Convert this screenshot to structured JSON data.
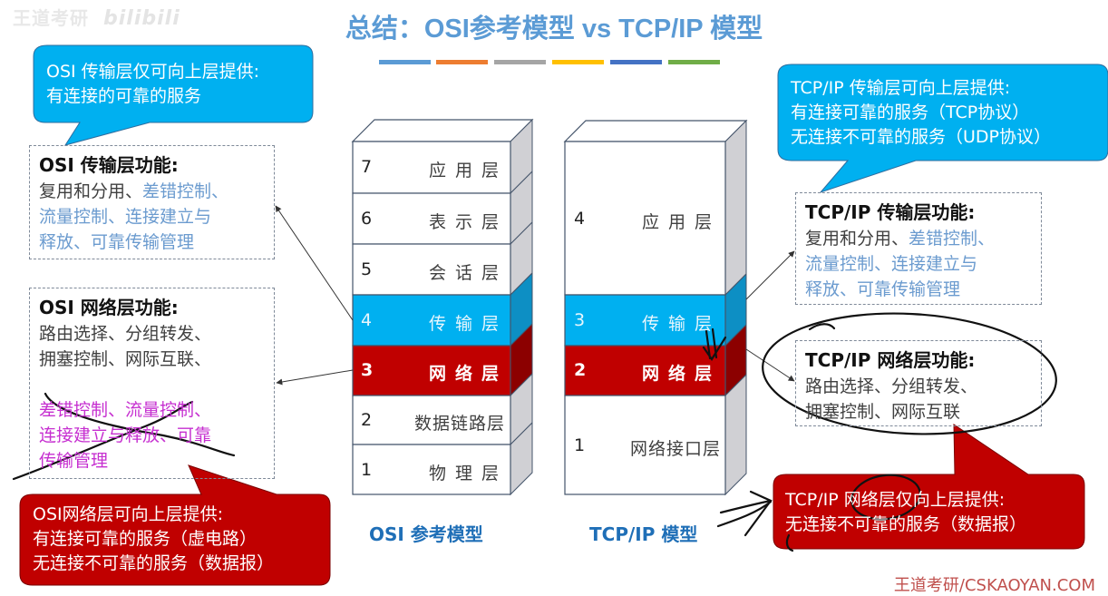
{
  "watermark": {
    "text": "王道考研",
    "brand": "bilibili"
  },
  "title": "总结：OSI参考模型 vs TCP/IP 模型",
  "color_bars": [
    "#5b9bd5",
    "#ed7d31",
    "#a5a5a5",
    "#ffc000",
    "#4472c4",
    "#70ad47"
  ],
  "colors": {
    "transport_layer": "#00b0f0",
    "network_layer": "#c00000",
    "title": "#5b9bd5",
    "callout_blue": "#00b0f0",
    "callout_red": "#c00000"
  },
  "osi": {
    "label": "OSI 参考模型",
    "layers": [
      {
        "num": "7",
        "name": "应用层"
      },
      {
        "num": "6",
        "name": "表示层"
      },
      {
        "num": "5",
        "name": "会话层"
      },
      {
        "num": "4",
        "name": "传输层"
      },
      {
        "num": "3",
        "name": "网络层"
      },
      {
        "num": "2",
        "name": "数据链路层"
      },
      {
        "num": "1",
        "name": "物理层"
      }
    ]
  },
  "tcpip": {
    "label": "TCP/IP 模型",
    "layers": [
      {
        "num": "4",
        "name": "应用层"
      },
      {
        "num": "3",
        "name": "传输层"
      },
      {
        "num": "2",
        "name": "网络层"
      },
      {
        "num": "1",
        "name": "网络接口层"
      }
    ]
  },
  "osi_transport_functions": {
    "heading": "OSI 传输层功能:",
    "plain": "复用和分用、",
    "highlight_1": "差错控制、",
    "highlight_2": "流量控制、连接建立与",
    "highlight_3": "释放、可靠传输管理"
  },
  "osi_network_functions": {
    "heading": "OSI 网络层功能:",
    "line_1": "路由选择、分组转发、",
    "line_2": "拥塞控制、网际互联、",
    "struck_1": "差错控制、流量控制、",
    "struck_2": "连接建立与释放、可靠",
    "struck_3": "传输管理"
  },
  "tcpip_transport_functions": {
    "heading": "TCP/IP 传输层功能:",
    "plain": "复用和分用、",
    "highlight_1": "差错控制、",
    "highlight_2": "流量控制、连接建立与",
    "highlight_3": "释放、可靠传输管理"
  },
  "tcpip_network_functions": {
    "heading": "TCP/IP 网络层功能:",
    "line_1": "路由选择、分组转发、",
    "line_2": "拥塞控制、网际互联"
  },
  "callouts": {
    "osi_transport": [
      "OSI 传输层仅可向上层提供:",
      "有连接的可靠的服务"
    ],
    "tcpip_transport": [
      "TCP/IP 传输层可向上层提供:",
      "有连接可靠的服务（TCP协议）",
      "无连接不可靠的服务（UDP协议）"
    ],
    "osi_network": [
      "OSI网络层可向上层提供:",
      "有连接可靠的服务（虚电路）",
      "无连接不可靠的服务（数据报）"
    ],
    "tcpip_network": [
      "TCP/IP 网络层仅向上层提供:",
      "无连接不可靠的服务（数据报）"
    ]
  },
  "footer": "王道考研/CSKAOYAN.COM"
}
